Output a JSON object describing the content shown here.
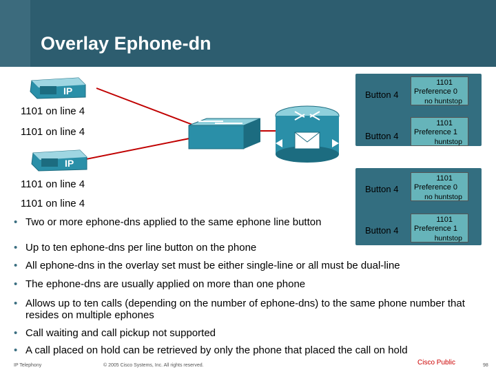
{
  "slide": {
    "title": "Overlay Ephone-dn"
  },
  "phones": {
    "badge": "IP",
    "labels": [
      "1101 on line 4",
      "1101 on line 4",
      "1101 on line 4",
      "1101 on line 4"
    ]
  },
  "dn_groups": [
    {
      "entries": [
        {
          "button": "Button 4",
          "number": "1101",
          "preference": "Preference 0",
          "hunt": "no huntstop"
        },
        {
          "button": "Button 4",
          "number": "1101",
          "preference": "Preference 1",
          "hunt": "huntstop"
        }
      ]
    },
    {
      "entries": [
        {
          "button": "Button 4",
          "number": "1101",
          "preference": "Preference 0",
          "hunt": "no huntstop"
        },
        {
          "button": "Button 4",
          "number": "1101",
          "preference": "Preference 1",
          "hunt": "huntstop"
        }
      ]
    }
  ],
  "bullets": [
    "Two or more ephone-dns applied to the same ephone line button",
    "Up to ten ephone-dns per line button on the phone",
    "All ephone-dns in the overlay set must be either single-line or all must be dual-line",
    "The ephone-dns are usually applied on more than one phone",
    "Allows up to ten calls (depending on the number of ephone-dns) to the same phone number that resides on multiple ephones",
    "Call waiting and call pickup not supported",
    "A call placed on hold can be retrieved by only the phone that placed the call on hold"
  ],
  "footer": {
    "left": "IP Telephony",
    "copyright": "© 2005 Cisco Systems, Inc. All rights reserved.",
    "classification": "Cisco Public",
    "page": "98"
  },
  "colors": {
    "header": "#2d5d6f",
    "dn_group": "#336e80",
    "dn_tag": "#66b4ba",
    "cisco_red": "#cc0000"
  }
}
